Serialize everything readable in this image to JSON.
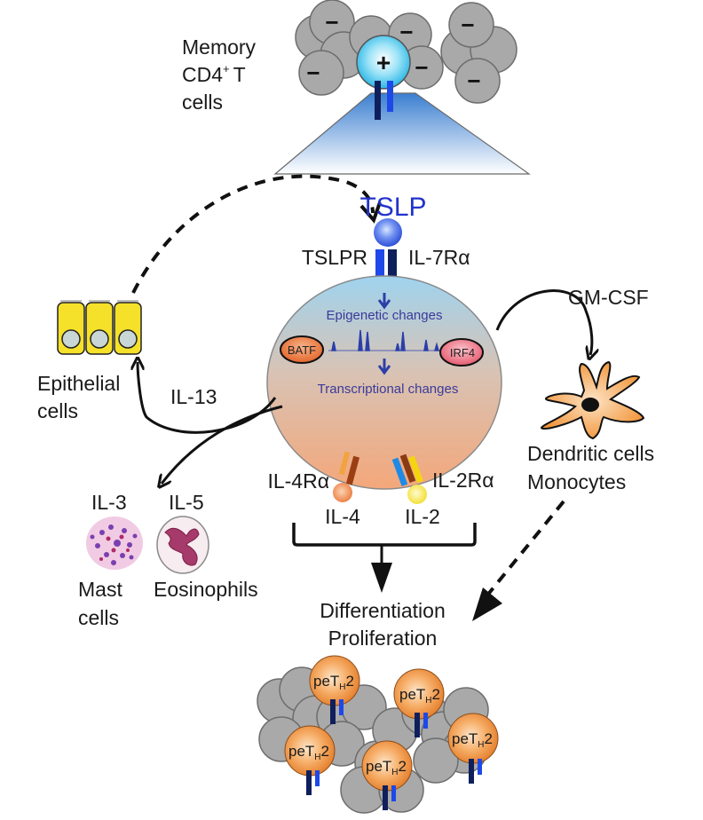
{
  "diagram": {
    "top_group": {
      "label_lines": [
        "Memory",
        "CD4",
        "cells"
      ],
      "label_sup": "+",
      "label_t": "T",
      "plus_sign": "+",
      "minus_sign": "−"
    },
    "tslp": {
      "ligand": "TSLP",
      "receptor_left": "TSLPR",
      "receptor_right": "IL-7Rα"
    },
    "cell": {
      "epigenetic": "Epigenetic changes",
      "transcriptional": "Transcriptional changes",
      "factor_left": "BATF",
      "factor_right": "IRF4"
    },
    "epithelial": {
      "label_lines": [
        "Epithelial",
        "cells"
      ],
      "signal": "IL-13"
    },
    "dendritic": {
      "signal": "GM-CSF",
      "label_lines": [
        "Dendritic cells",
        "Monocytes"
      ]
    },
    "receptors_bottom": {
      "il4r": "IL-4Rα",
      "il2r": "IL-2Rα",
      "il4": "IL-4",
      "il2": "IL-2"
    },
    "granulocytes": {
      "il3": "IL-3",
      "il5": "IL-5",
      "mast_lines": [
        "Mast",
        "cells"
      ],
      "eosinophils": "Eosinophils"
    },
    "outcome": {
      "lines": [
        "Differentiation",
        "Proliferation"
      ]
    },
    "peth2": {
      "prefix": "peT",
      "sub": "H",
      "suffix": "2"
    },
    "colors": {
      "tslp_blue": "#2233cc",
      "cell_top": "#9fd3ee",
      "cell_bottom": "#f4a77a",
      "epithelial_yellow": "#f5e02a",
      "dendritic_orange": "#f39a3a",
      "peth2_orange": "#f0903a",
      "grey_cell": "#a8a8a8"
    }
  }
}
